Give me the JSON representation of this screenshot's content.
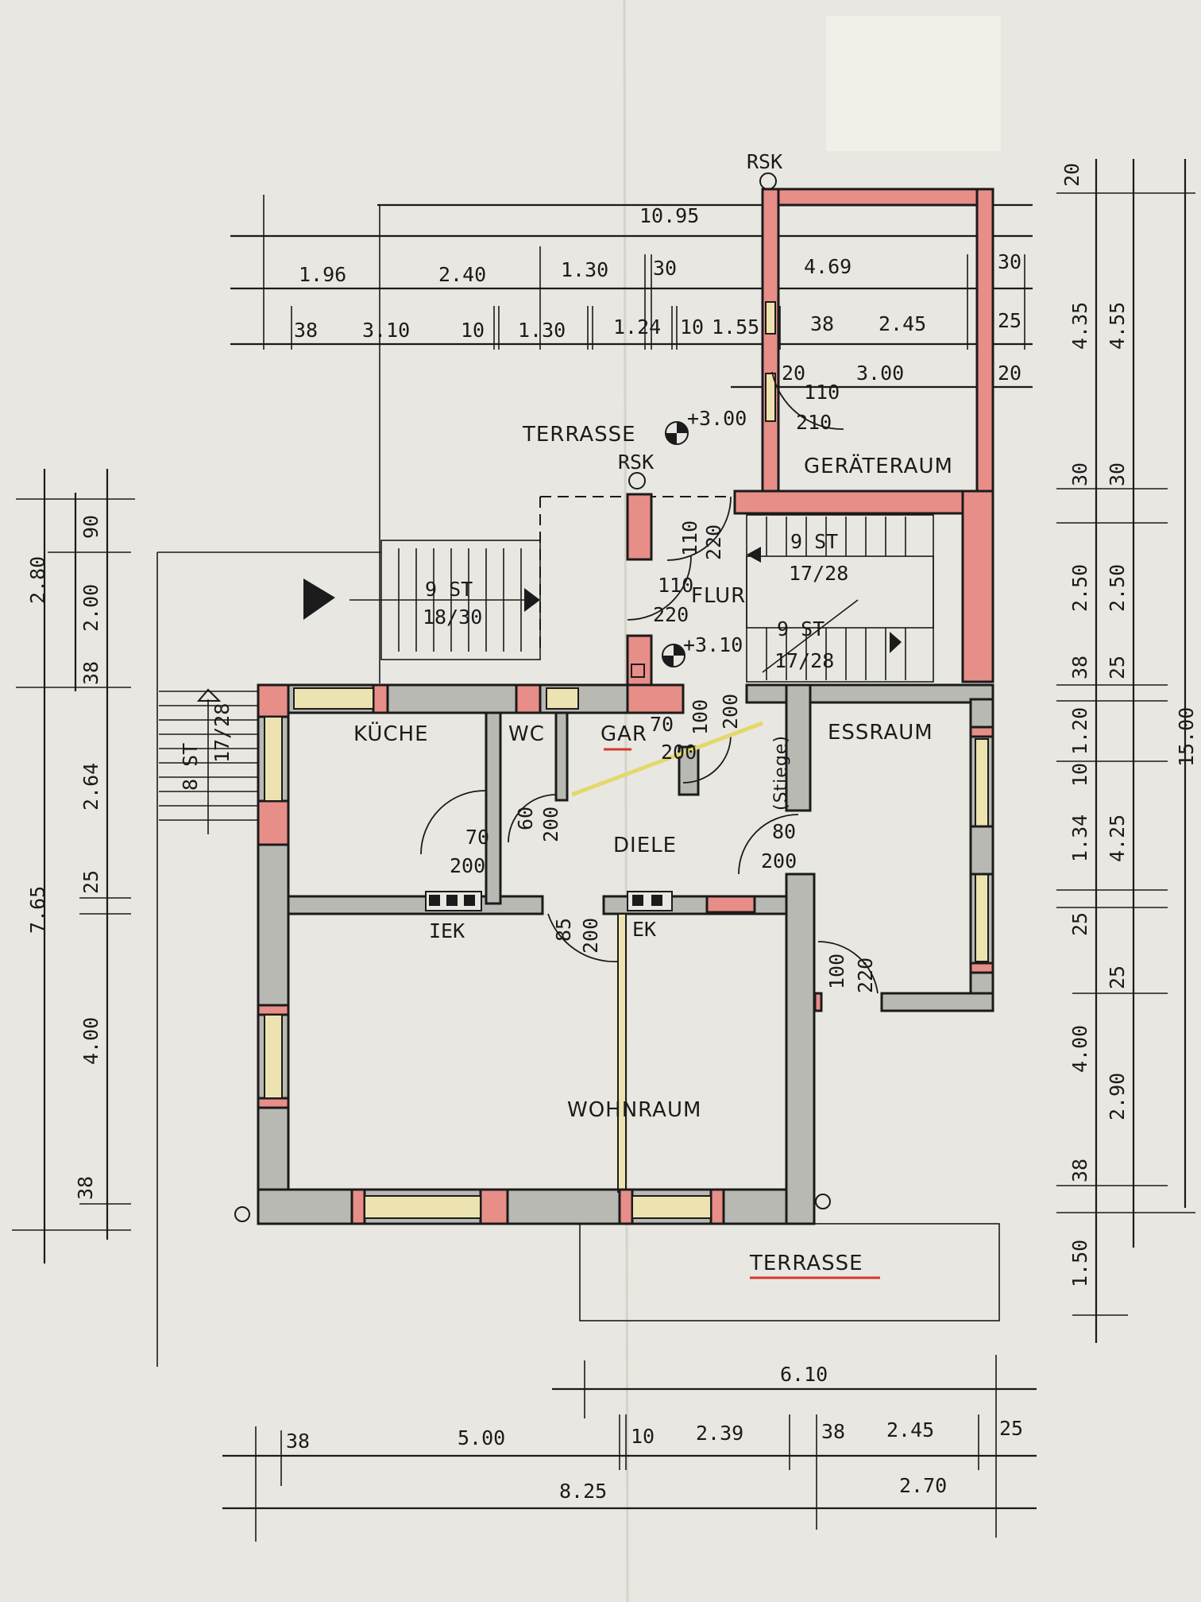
{
  "rooms": {
    "terrasse_top": "TERRASSE",
    "geraeteraum": "GERÄTERAUM",
    "flur": "FLUR",
    "kueche": "KÜCHE",
    "wc": "WC",
    "gar": "GAR",
    "essraum": "ESSRAUM",
    "diele": "DIELE",
    "wohnraum": "WOHNRAUM",
    "terrasse_bottom": "TERRASSE",
    "stiege": "(Stiege)"
  },
  "markers": {
    "rsk_top": "RSK",
    "rsk_mid": "RSK",
    "level_terrace": "+3.00",
    "level_flur": "+3.10",
    "iek": "IEK",
    "ek": "EK"
  },
  "stairs": {
    "entry": [
      "9 ST",
      "18/30"
    ],
    "upper": [
      "9 ST",
      "17/28"
    ],
    "lower": [
      "9 ST",
      "17/28"
    ],
    "side": [
      "8 ST",
      "17/28"
    ]
  },
  "doors": [
    [
      "110",
      "210"
    ],
    [
      "110",
      "220"
    ],
    [
      "110",
      "220"
    ],
    [
      "70",
      "200"
    ],
    [
      "100",
      "200"
    ],
    [
      "60",
      "200"
    ],
    [
      "70",
      "200"
    ],
    [
      "80",
      "200"
    ],
    [
      "85",
      "200"
    ],
    [
      "100",
      "220"
    ]
  ],
  "dimensions": {
    "top_total": "10.95",
    "top_row1": [
      "1.96",
      "2.40",
      "1.30",
      "30",
      "4.69",
      "30"
    ],
    "top_row2": [
      "38",
      "3.10",
      "10",
      "1.30",
      "1.24",
      "10",
      "1.55",
      "38",
      "2.45",
      "25"
    ],
    "top_row3": [
      "20",
      "3.00",
      "20"
    ],
    "left_total": "7.65",
    "left_sub": "2.80",
    "left_parts": [
      "90",
      "2.00",
      "38",
      "2.64",
      "25",
      "4.00",
      "38"
    ],
    "right_inner": [
      "20",
      "4.35",
      "30",
      "2.50",
      "38",
      "1.20",
      "10",
      "1.34",
      "25",
      "4.00",
      "38",
      "1.50"
    ],
    "right_outer": [
      "4.55",
      "30",
      "2.50",
      "25",
      "4.25",
      "25",
      "2.90"
    ],
    "right_total": "15.00",
    "bottom_row1": "6.10",
    "bottom_row2": [
      "38",
      "5.00",
      "10",
      "2.39",
      "38",
      "2.45",
      "25"
    ],
    "bottom_row3": [
      "8.25",
      "2.70"
    ]
  }
}
